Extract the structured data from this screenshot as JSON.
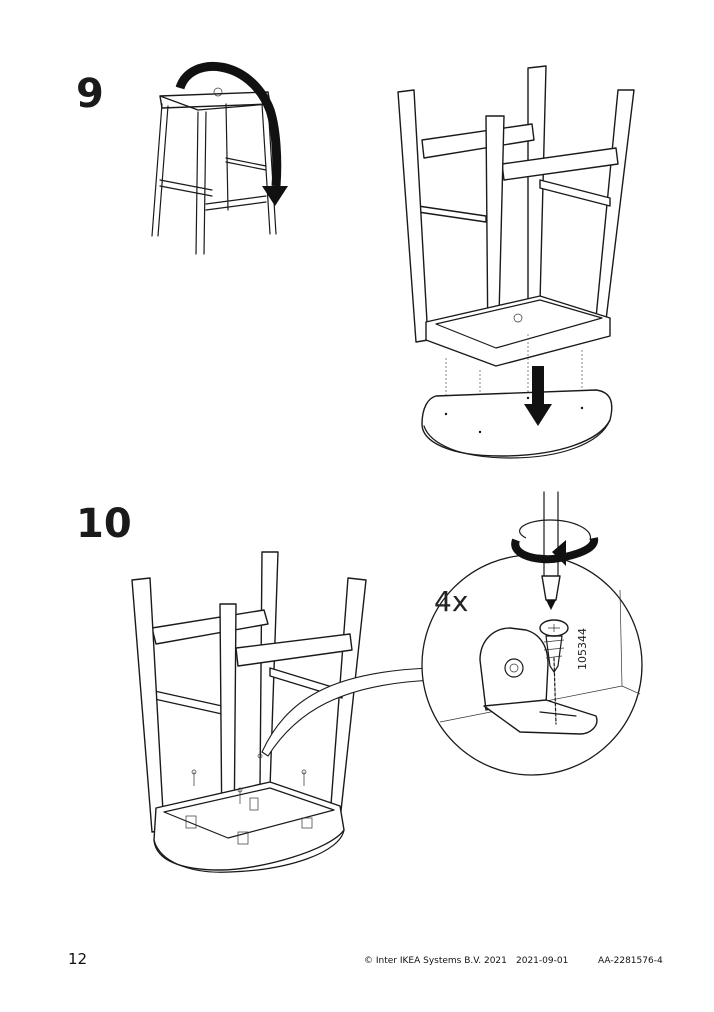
{
  "steps": [
    {
      "number": "9"
    },
    {
      "number": "10"
    }
  ],
  "detail": {
    "quantity": "4x",
    "part_number": "105344"
  },
  "footer": {
    "page_number": "12",
    "copyright": "© Inter IKEA Systems B.V. 2021",
    "date": "2021-09-01",
    "document_id": "AA-2281576-4"
  },
  "icons": [
    "rotate-arrow-icon",
    "down-arrow-icon",
    "screwdriver-icon",
    "rotation-direction-icon",
    "screw-icon"
  ]
}
